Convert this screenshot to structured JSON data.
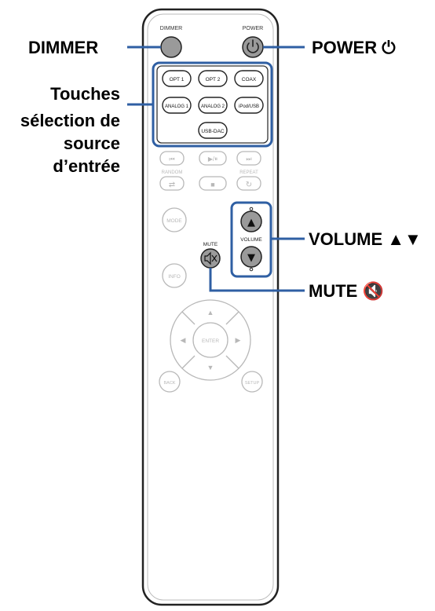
{
  "callouts": {
    "dimmer": "DIMMER",
    "power": "POWER ⏻",
    "touches_l1": "Touches",
    "touches_l2": "sélection de",
    "touches_l3": "source",
    "touches_l4": "d’entrée",
    "volume": "VOLUME ▲▼",
    "mute": "MUTE 🔇"
  },
  "remote": {
    "dimmer_label": "DIMMER",
    "power_label": "POWER",
    "power_symbol": "⏻",
    "source_buttons": [
      "OPT 1",
      "OPT 2",
      "COAX",
      "ANALOG 1",
      "ANALOG 2",
      "iPod/USB",
      "USB-DAC"
    ],
    "transport_row1": [
      "⏮",
      "▶/⏸",
      "⏭"
    ],
    "random_label": "RANDOM",
    "repeat_label": "REPEAT",
    "random_symbol": "⇄",
    "stop_symbol": "■",
    "repeat_symbol": "↻",
    "mode_label": "MODE",
    "info_label": "INFO",
    "mute_label": "MUTE",
    "mute_symbol": "🔇",
    "volume_label": "VOLUME",
    "vol_up": "▲",
    "vol_down": "▼",
    "enter_label": "ENTER",
    "back_label": "BACK",
    "setup_label": "SETUP",
    "nav_up": "▲",
    "nav_down": "▼",
    "nav_left": "◀",
    "nav_right": "▶"
  },
  "colors": {
    "highlight": "#2f5fa3",
    "outline": "#222222",
    "faded": "#b8b8b8",
    "active_button": "#9a9a9a"
  }
}
